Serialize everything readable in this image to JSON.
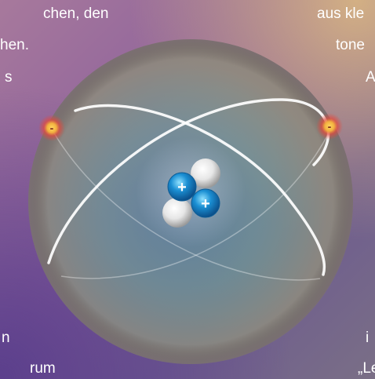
{
  "text_fragments": {
    "left": [
      "chen, den",
      "hen.",
      "s",
      "n",
      "rum"
    ],
    "right": [
      "aus kle",
      "tone",
      "A",
      "i",
      "„Lei"
    ]
  },
  "atom": {
    "electron_charge_symbol": "-",
    "proton_charge_symbol": "+",
    "electron_count": 2,
    "proton_count": 2,
    "neutron_count": 2,
    "colors": {
      "sphere_center": "#4f9ea3",
      "sphere_edge": "#8c8177",
      "proton": "#1b8fd3",
      "neutron": "#e6e6e6",
      "electron_glow": "#e6483c",
      "electron_core": "#f2b13f",
      "orbit": "#ffffff"
    }
  }
}
